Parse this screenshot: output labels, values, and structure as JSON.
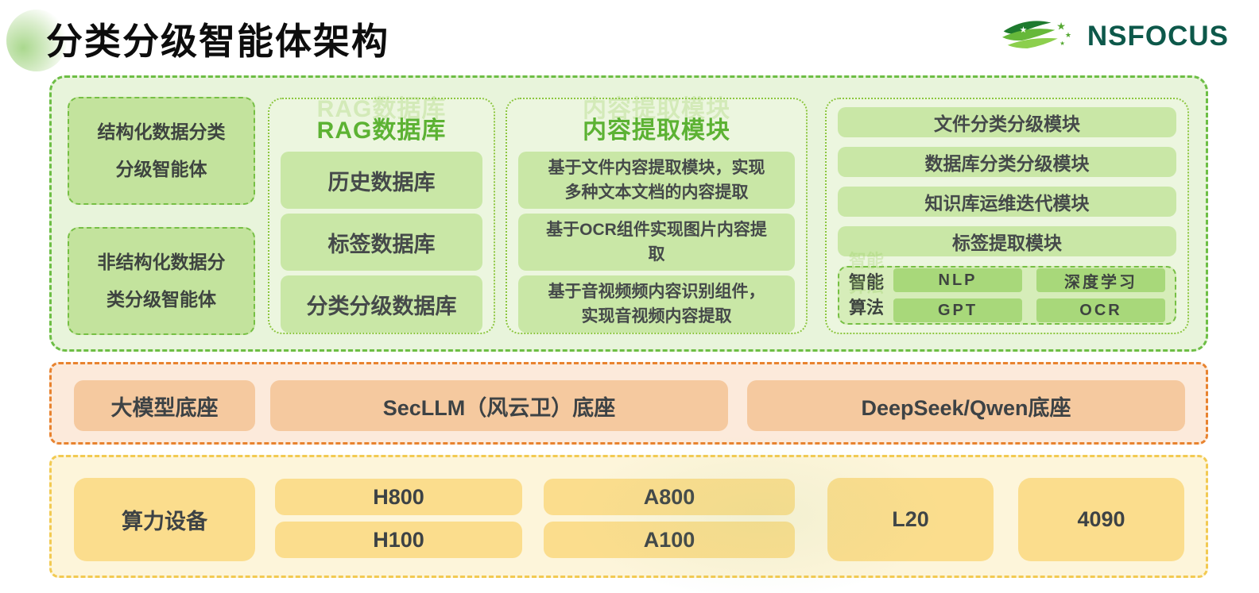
{
  "header": {
    "title": "分类分级智能体架构"
  },
  "logo": {
    "brand": "NSFOCUS"
  },
  "colors": {
    "green_border": "#6dbe45",
    "green_panel_bg": "#e8f4db",
    "green_item_bg": "#c9e7a6",
    "green_title": "#5cb233",
    "algo_item_bg": "#a8d87a",
    "orange_border": "#e8832f",
    "orange_bg": "#fceadb",
    "orange_box": "#f5c99f",
    "yellow_border": "#f2ca52",
    "yellow_bg": "#fdf5da",
    "yellow_box": "#fbdd8d",
    "logo_green": "#0d584a",
    "text_dark": "#3d4245"
  },
  "agent_layer": {
    "agents": [
      "结构化数据分类\n分级智能体",
      "非结构化数据分\n类分级智能体"
    ],
    "rag": {
      "title": "RAG数据库",
      "items": [
        "历史数据库",
        "标签数据库",
        "分类分级数据库"
      ]
    },
    "extraction": {
      "title": "内容提取模块",
      "items": [
        "基于文件内容提取模块，实现\n多种文本文档的内容提取",
        "基于OCR组件实现图片内容提\n取",
        "基于音视频频内容识别组件，\n实现音视频内容提取"
      ]
    },
    "modules": {
      "items": [
        "文件分类分级模块",
        "数据库分类分级模块",
        "知识库运维迭代模块",
        "标签提取模块"
      ],
      "algo": {
        "label": "智能\n算法",
        "items": [
          "NLP",
          "深度学习",
          "GPT",
          "OCR"
        ]
      }
    }
  },
  "model_layer": {
    "items": [
      "大模型底座",
      "SecLLM（风云卫）底座",
      "DeepSeek/Qwen底座"
    ]
  },
  "compute_layer": {
    "label": "算力设备",
    "stacks": [
      [
        "H800",
        "H100"
      ],
      [
        "A800",
        "A100"
      ]
    ],
    "cards": [
      "L20",
      "4090"
    ]
  }
}
